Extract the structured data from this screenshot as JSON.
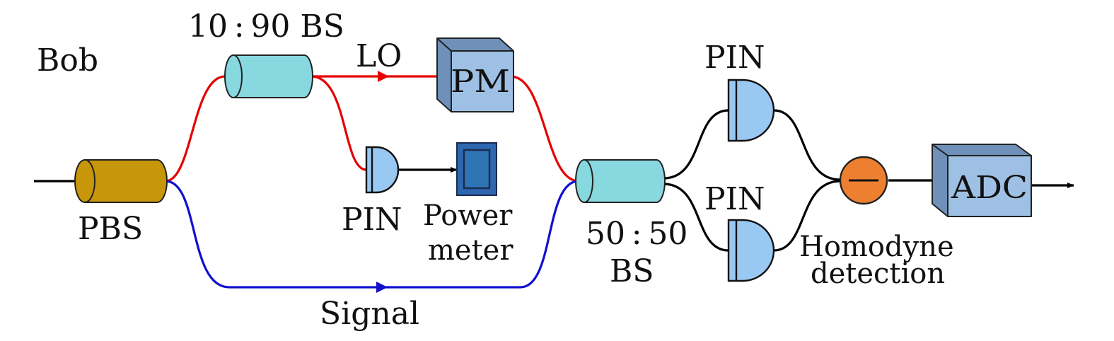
{
  "labels": {
    "bob": "Bob",
    "bs_1090": "10 : 90 BS",
    "lo": "LO",
    "pm": "PM",
    "pbs": "PBS",
    "pin_mid": "PIN",
    "power_meter_line1": "Power",
    "power_meter_line2": "meter",
    "signal": "Signal",
    "bs_5050_line1": "50 : 50",
    "bs_5050_line2": "BS",
    "pin_top": "PIN",
    "pin_bottom": "PIN",
    "homodyne_line1": "Homodyne",
    "homodyne_line2": "detection",
    "adc": "ADC",
    "minus": "−"
  },
  "colors": {
    "lo_path": "#e60000",
    "signal_path": "#1010d0",
    "wire": "#000000",
    "pbs_body": "#c8960a",
    "splitter_body": "#88d8e0",
    "box_front": "#9ec0e4",
    "box_side": "#6f90b8",
    "detector": "#99c8f2",
    "power_meter_outer": "#2f66b0",
    "power_meter_inner": "#2e75b6",
    "subtractor": "#ec8030"
  }
}
